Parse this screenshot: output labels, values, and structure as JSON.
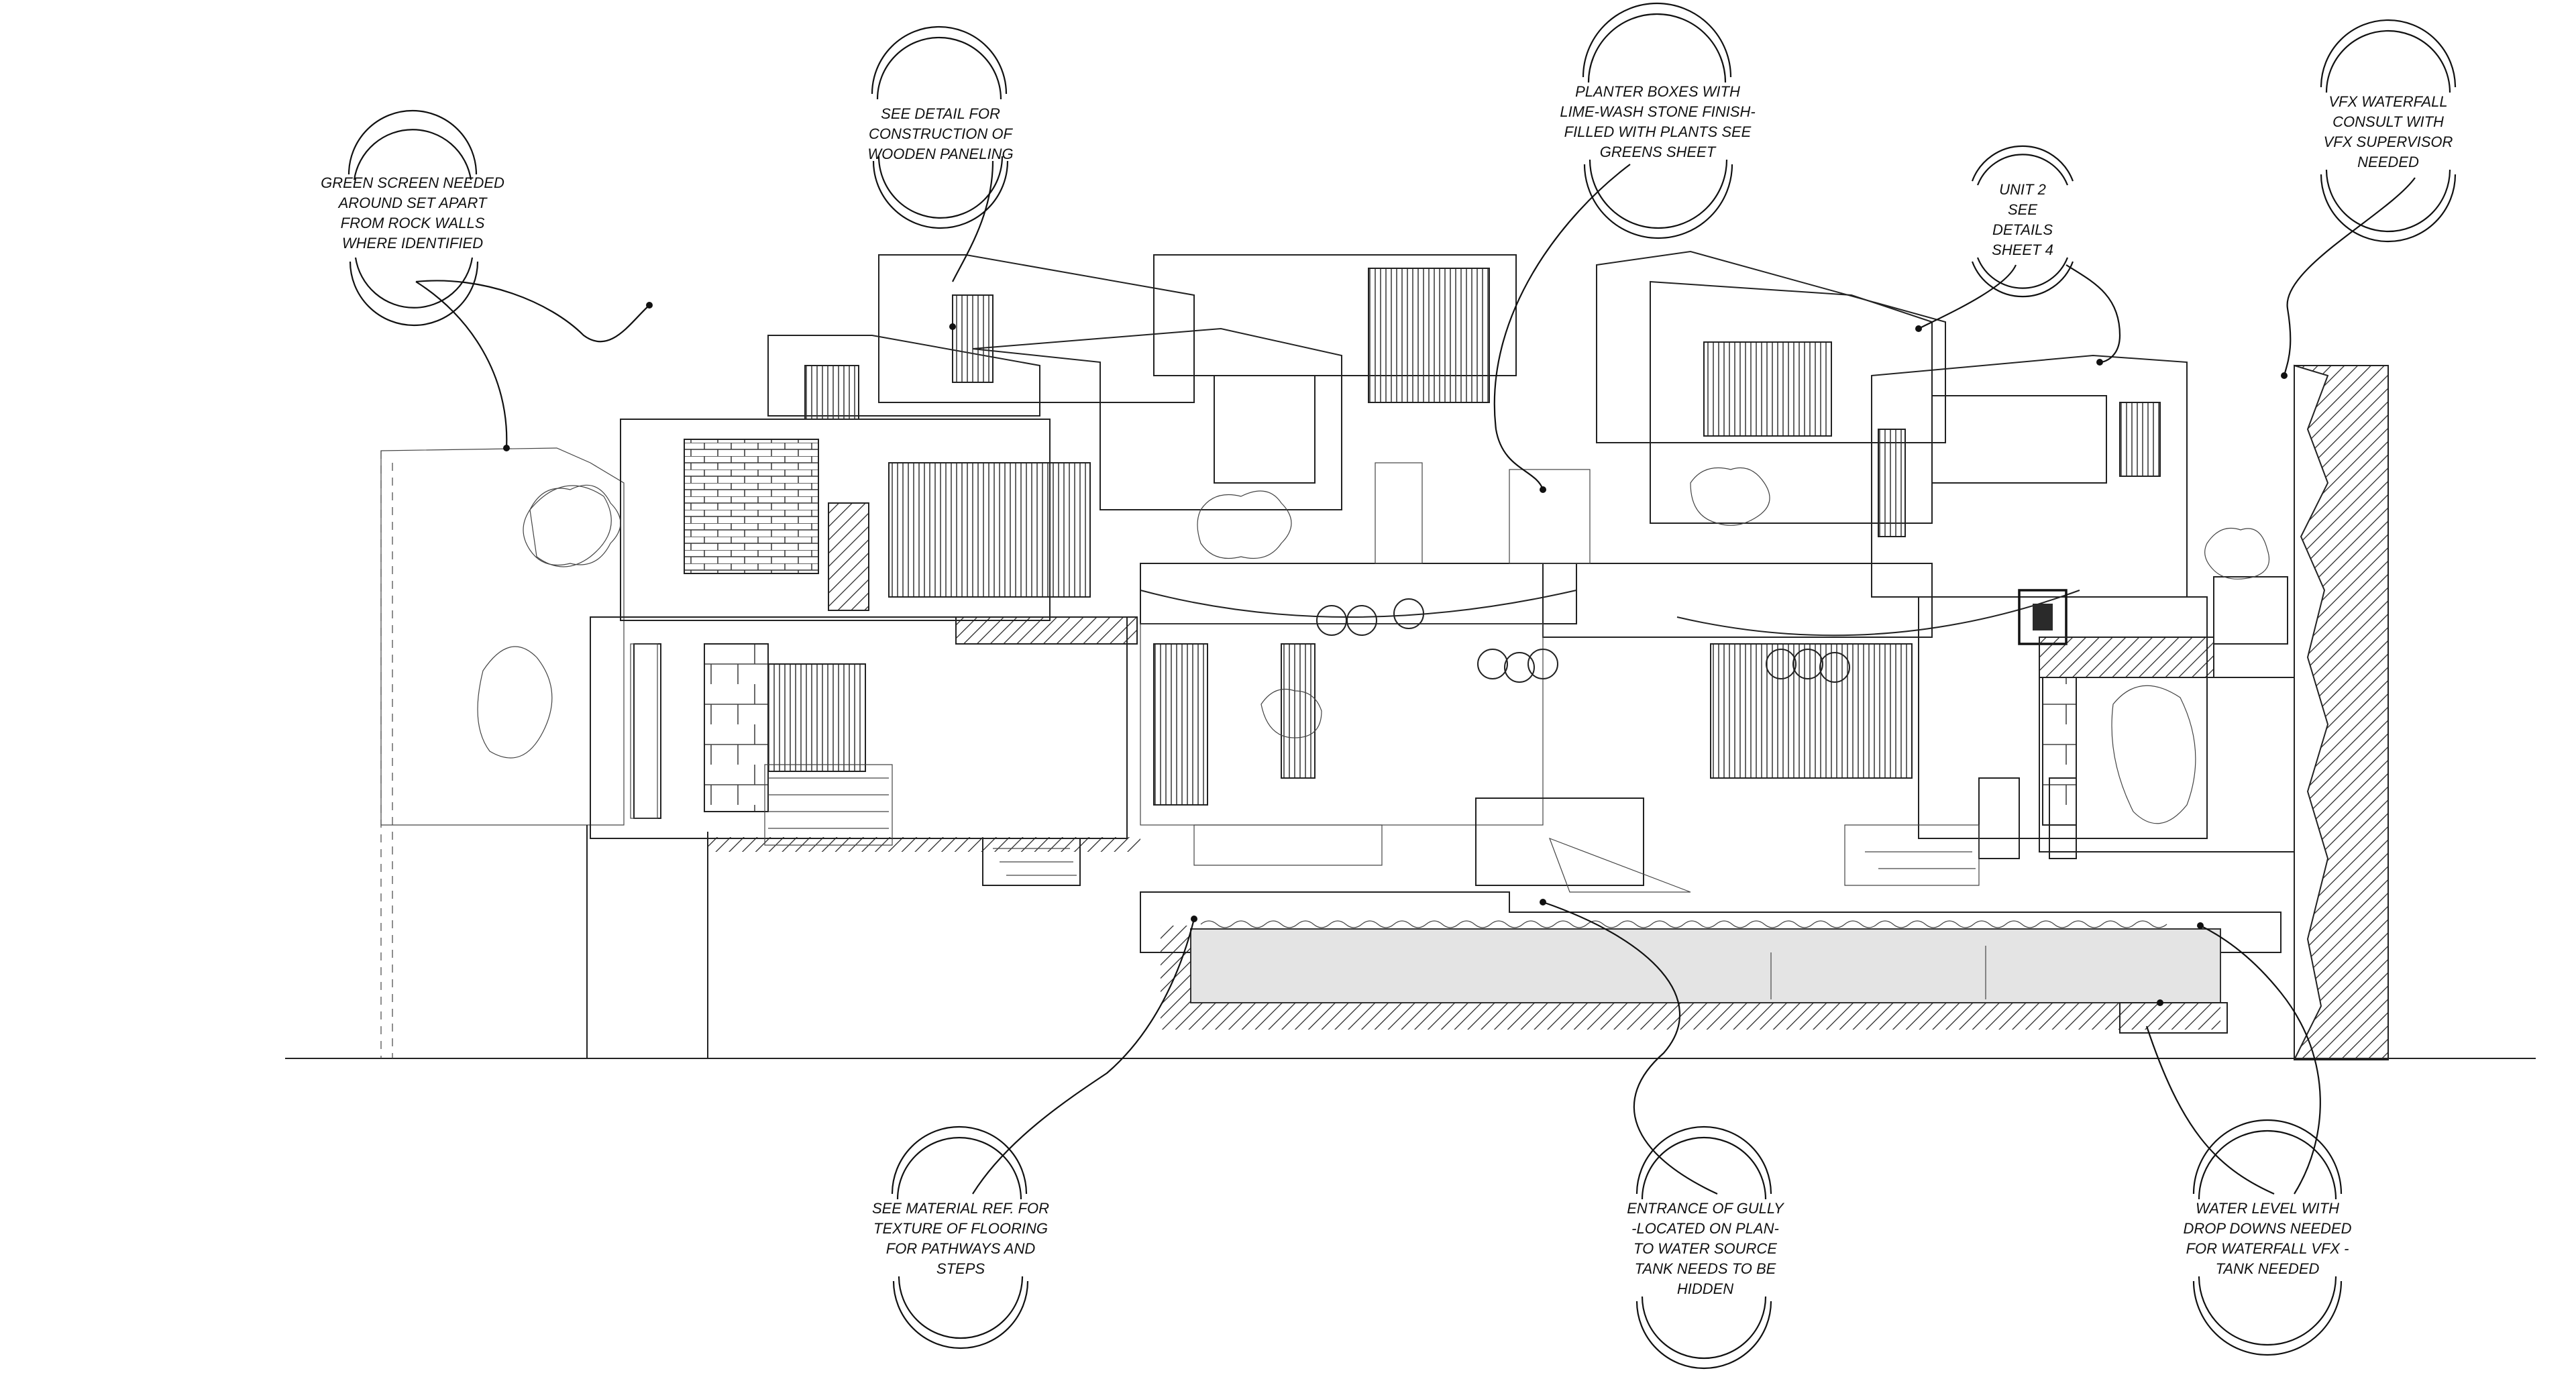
{
  "annotations": [
    {
      "id": "green-screen",
      "lines": [
        "GREEN SCREEN NEEDED",
        "AROUND SET APART",
        "FROM ROCK WALLS",
        "WHERE IDENTIFIED"
      ]
    },
    {
      "id": "wooden-paneling",
      "lines": [
        "SEE DETAIL FOR",
        "CONSTRUCTION OF",
        "WOODEN PANELING"
      ]
    },
    {
      "id": "planter-boxes",
      "lines": [
        "PLANTER BOXES WITH",
        "LIME-WASH STONE FINISH-",
        "FILLED WITH PLANTS SEE",
        "GREENS SHEET"
      ]
    },
    {
      "id": "unit-2",
      "lines": [
        "UNIT 2",
        "SEE",
        "DETAILS",
        "SHEET 4"
      ]
    },
    {
      "id": "vfx-waterfall",
      "lines": [
        "VFX WATERFALL",
        "CONSULT WITH",
        "VFX SUPERVISOR",
        "NEEDED"
      ]
    },
    {
      "id": "material-ref",
      "lines": [
        "SEE MATERIAL REF. FOR",
        "TEXTURE OF FLOORING",
        "FOR PATHWAYS AND",
        "STEPS"
      ]
    },
    {
      "id": "gully-entrance",
      "lines": [
        "ENTRANCE OF GULLY",
        "-LOCATED ON PLAN-",
        "TO WATER SOURCE",
        "TANK NEEDS TO BE",
        "HIDDEN"
      ]
    },
    {
      "id": "water-level",
      "lines": [
        "WATER LEVEL WITH",
        "DROP DOWNS NEEDED",
        "FOR WATERFALL VFX -",
        "TANK NEEDED"
      ]
    }
  ]
}
